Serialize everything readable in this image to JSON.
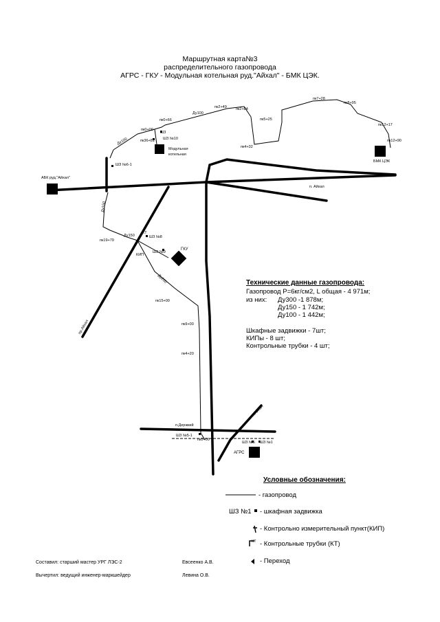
{
  "title": {
    "line1": "Маршрутная карта№3",
    "line2": "распределительного газопровода",
    "line3": "АГРС - ГКУ - Модульная котельная руд.\"Айхал\" - БМК ЦЭК."
  },
  "map_labels": {
    "pk7_28": "пк7+28",
    "pk8_95": "пк8+95",
    "pk12_17": "пк12+17",
    "pk12_90": "пк12+90",
    "bmk": "БМК ЦЭК",
    "pk2_49": "пк2+49",
    "pk2_84": "пк2+84",
    "pk0_66": "пк0+66",
    "du100_a": "Ду100",
    "pk5_25": "пк5+25",
    "pk4_32": "пк4+32",
    "pk0_00": "пк0+00",
    "sh3": "ШЗ",
    "du100_b": "Ду100",
    "pk36_81": "пк36+81",
    "sh3_10": "ШЗ №10",
    "modular": "Модульная",
    "boiler": "котельная",
    "sh3_6_1": "ШЗ №6-1",
    "abk": "АБК руд.\"Айхал\"",
    "aikhal": "п. Айхал",
    "du150_a": "Ду150",
    "du150_b": "Ду150",
    "pk19_79": "пк19+79",
    "kt": "КТ",
    "sh3_8": "ШЗ №8",
    "sh3_9": "ШЗ №9",
    "gku": "ГКУ",
    "kip": "КИП",
    "du200": "Ду200",
    "pk15_00": "пк15+00",
    "pk9_00": "пк9+00",
    "pk4_20": "пк4+20",
    "left_road": "пр.Айхал",
    "derzhkiy": "п.Держкий",
    "sh3_5_1": "ШЗ №5-1",
    "sh3_5": "ШЗ №5",
    "sh3_1": "ШЗ №1",
    "pk0_00b": "пк0+00",
    "to_aikhal": "п.Айхал",
    "agrs": "АГРС"
  },
  "specs": {
    "heading": "Технические данные газопровода:",
    "line1": "Газопровод Р=6кг/см2, L общая - 4 971м;",
    "line2_prefix": "из них:",
    "line2_val": "Ду300 -1 878м;",
    "line3": "Ду150 - 1 742м;",
    "line4": "Ду100 - 1 442м;",
    "line5": "Шкафные задвижки - 7шт;",
    "line6": "КИПы - 8 шт;",
    "line7": "Контрольные трубки - 4 шт;"
  },
  "legend": {
    "heading": "Условные обозначения:",
    "pipeline": "- газопровод",
    "valve_code": "ШЗ №1",
    "valve": "- шкафная задвижка",
    "kip": "- Контрольно измерительный пункт(КИП)",
    "kt": "- Контрольные трубки (КТ)",
    "kt_code": "КТ",
    "crossing": "- Переход"
  },
  "footer": {
    "compiled_label": "Составил: старший мастер УРГ ЛЭС-2",
    "compiled_name": "Евсеенко А.В.",
    "drawn_label": "Вычертил: ведущий инженер-маркшейдер",
    "drawn_name": "Левина О.В."
  }
}
